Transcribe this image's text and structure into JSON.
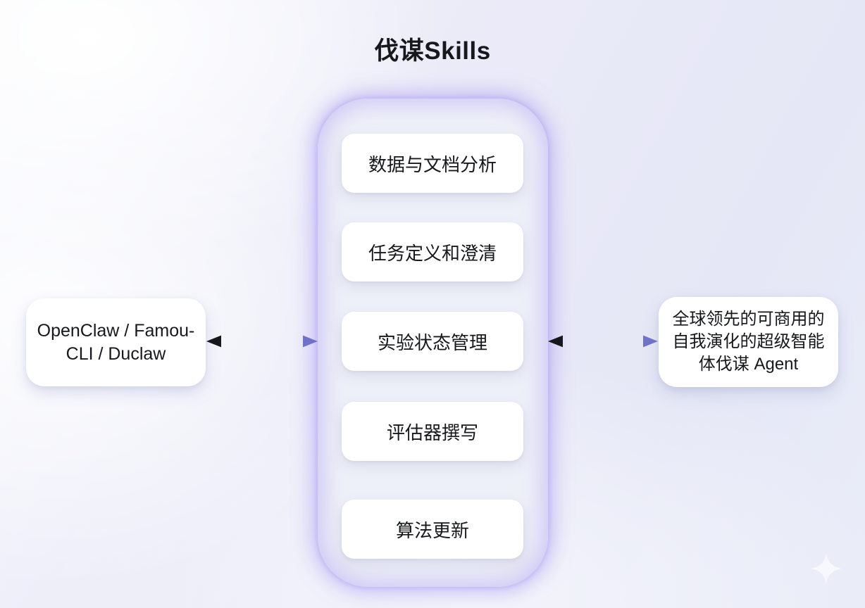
{
  "title": "伐谋Skills",
  "skills": {
    "items": [
      {
        "label": "数据与文档分析"
      },
      {
        "label": "任务定义和澄清"
      },
      {
        "label": "实验状态管理"
      },
      {
        "label": "评估器撰写"
      },
      {
        "label": "算法更新"
      }
    ]
  },
  "left_node": {
    "label": "OpenClaw / Famou-CLI / Duclaw"
  },
  "right_node": {
    "label": "全球领先的可商用的自我演化的超级智能体伐谋 Agent"
  },
  "connections": [
    {
      "from": "left-node",
      "to": "skills-panel",
      "type": "double-headed-arrow"
    },
    {
      "from": "skills-panel",
      "to": "right-node",
      "type": "double-headed-arrow"
    }
  ],
  "icons": {
    "bottom_right": "sparkle-icon"
  },
  "colors": {
    "panel_glow": "#a99cf0",
    "arrow_dark": "#17171b",
    "arrow_accent": "#6f72cb",
    "node_background": "#ffffff",
    "text": "#17181c"
  }
}
